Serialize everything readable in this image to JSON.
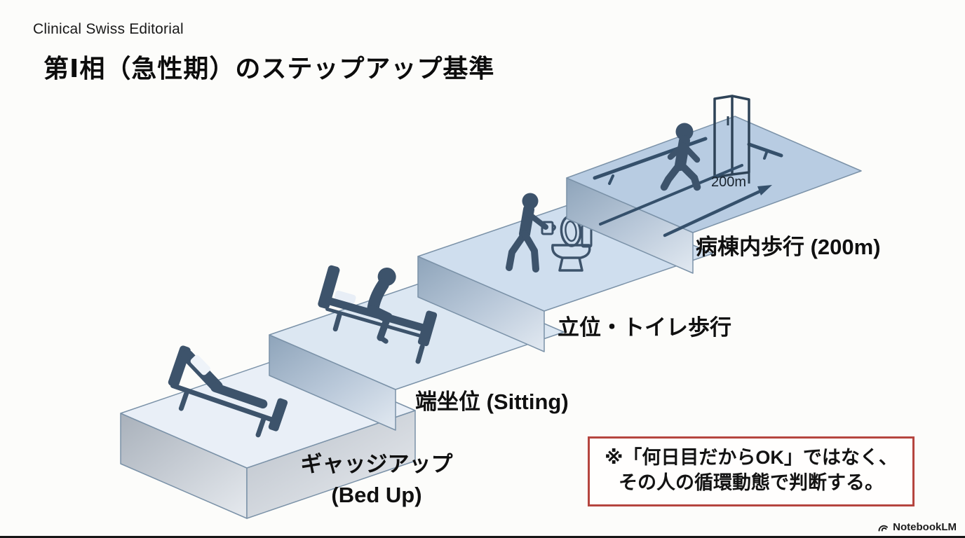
{
  "header": {
    "eyebrow": "Clinical Swiss Editorial",
    "title": "第Ⅰ相（急性期）のステップアップ基準"
  },
  "steps": [
    {
      "order": 1,
      "label_line1": "ギャッジアップ",
      "label_line2": "(Bed Up)",
      "icon": "gatch-up-bed-icon"
    },
    {
      "order": 2,
      "label": "端坐位 (Sitting)",
      "icon": "person-sitting-on-bed-icon"
    },
    {
      "order": 3,
      "label": "立位・トイレ歩行",
      "icon": "person-walking-to-toilet-icon"
    },
    {
      "order": 4,
      "label": "病棟内歩行 (200m)",
      "distance_label": "200m",
      "icon": "person-walking-corridor-icon"
    }
  ],
  "note": {
    "line1": "※「何日目だからOK」ではなく、",
    "line2": "その人の循環動態で判断する。"
  },
  "footer": {
    "brand": "NotebookLM"
  },
  "colors": {
    "background": "#fcfcfa",
    "step1_top": "#e9eff7",
    "step2_top": "#dce7f2",
    "step3_top": "#cfdeee",
    "step4_top": "#b8cce2",
    "edge_line": "#7b92a8",
    "icon": "#3d536b",
    "note_border": "#b5453f",
    "arrow": "#35506b"
  }
}
